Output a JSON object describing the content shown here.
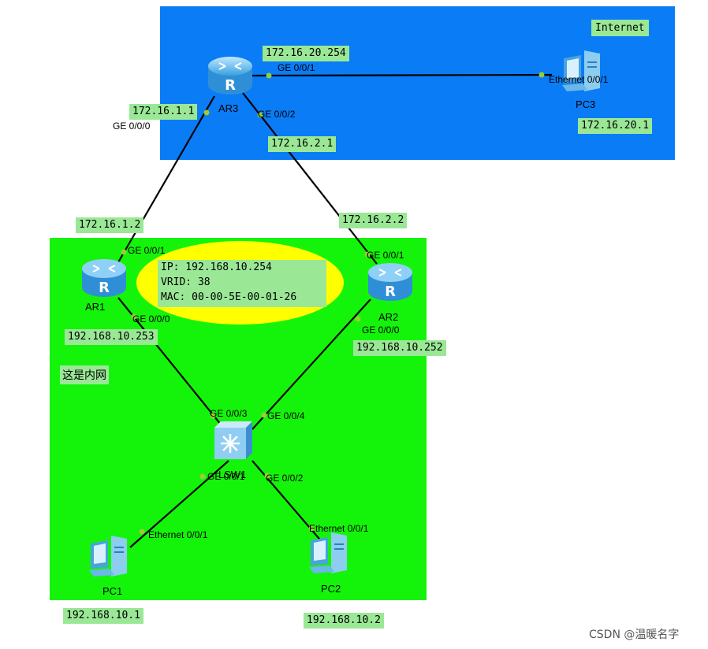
{
  "zones": {
    "internet_title": "Internet",
    "intranet_title": "这是内网"
  },
  "devices": {
    "ar3": "AR3",
    "ar1": "AR1",
    "ar2": "AR2",
    "lsw1": "LSW1",
    "pc1": "PC1",
    "pc2": "PC2",
    "pc3": "PC3"
  },
  "ips": {
    "ar3_ge001": "172.16.20.254",
    "ar3_ge000": "172.16.1.1",
    "ar3_ge002": "172.16.2.1",
    "pc3": "172.16.20.1",
    "ar1_ge001": "172.16.1.2",
    "ar2_ge001": "172.16.2.2",
    "ar1_ge000": "192.168.10.253",
    "ar2_ge000": "192.168.10.252",
    "pc1": "192.168.10.1",
    "pc2": "192.168.10.2"
  },
  "ports": {
    "ar3_ge001": "GE 0/0/1",
    "ar3_ge000": "GE 0/0/0",
    "ar3_ge002": "GE 0/0/2",
    "pc3_eth": "Ethernet 0/0/1",
    "ar1_ge001": "GE 0/0/1",
    "ar1_ge000": "GE 0/0/0",
    "ar2_ge001": "GE 0/0/1",
    "ar2_ge000": "GE 0/0/0",
    "lsw_ge003": "GE 0/0/3",
    "lsw_ge004": "GE 0/0/4",
    "lsw_ge001": "GE 0/0/1",
    "lsw_ge002": "GE 0/0/2",
    "pc1_eth": "Ethernet 0/0/1",
    "pc2_eth": "Ethernet 0/0/1"
  },
  "vrrp": {
    "ip": "IP: 192.168.10.254",
    "vrid": "VRID: 38",
    "mac": "MAC: 00-00-5E-00-01-26"
  },
  "watermark": "CSDN @温暖名字",
  "colors": {
    "internet_zone": "#0a7cf6",
    "intranet_zone": "#14f40a",
    "label_bg": "#9ae896",
    "vrrp_ellipse": "#ffff00",
    "link": "#000000",
    "port_dot": "#9acd32"
  }
}
